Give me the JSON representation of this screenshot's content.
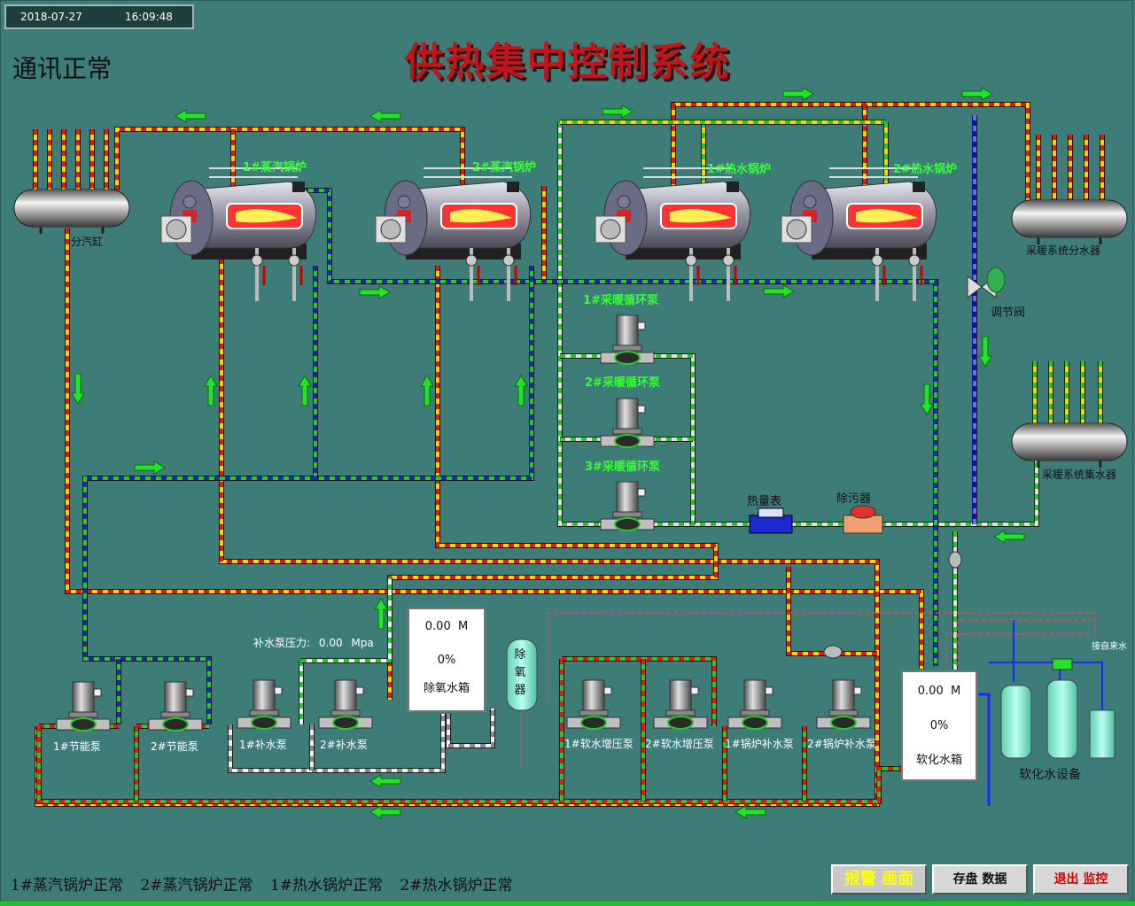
{
  "header": {
    "date": "2018-07-27",
    "time": "16:09:48",
    "comm_status": "通讯正常",
    "title": "供热集中控制系统"
  },
  "equipment": {
    "steam_header": "分汽缸",
    "steam_boiler_1": "1#蒸汽锅炉",
    "steam_boiler_2": "2#蒸汽锅炉",
    "hot_water_boiler_1": "1#热水锅炉",
    "hot_water_boiler_2": "2#热水锅炉",
    "heating_distributor": "采暖系统分水器",
    "heating_collector": "采暖系统集水器",
    "regulating_valve": "调节阀",
    "circ_pump_1": "1#采暖循环泵",
    "circ_pump_2": "2#采暖循环泵",
    "circ_pump_3": "3#采暖循环泵",
    "heat_meter": "热量表",
    "dirt_separator": "除污器",
    "makeup_pressure_label": "补水泵压力:",
    "makeup_pressure_value": "0.00",
    "makeup_pressure_unit": "Mpa",
    "tap_water": "接自来水",
    "soft_water_equipment": "软化水设备",
    "deaerator": "除氧器"
  },
  "pumps": {
    "econ_1": "1#节能泵",
    "econ_2": "2#节能泵",
    "makeup_1": "1#补水泵",
    "makeup_2": "2#补水泵",
    "booster_1": "1#软水增压泵",
    "booster_2": "2#软水增压泵",
    "feed_1": "1#锅炉补水泵",
    "feed_2": "2#锅炉补水泵"
  },
  "tanks": {
    "deaerated": {
      "level": "0.00",
      "unit": "M",
      "percent": "0%",
      "name": "除氧水箱"
    },
    "softened": {
      "level": "0.00",
      "unit": "M",
      "percent": "0%",
      "name": "软化水箱"
    }
  },
  "status_line": [
    "1#蒸汽锅炉正常",
    "2#蒸汽锅炉正常",
    "1#热水锅炉正常",
    "2#热水锅炉正常"
  ],
  "buttons": {
    "alarm": "报警 画面",
    "save": "存盘 数据",
    "exit": "退出 监控"
  },
  "colors": {
    "background": "#3e7c78",
    "title": "#c0161b",
    "flow_arrow": "#22e22a",
    "label_green": "#35ff35"
  }
}
